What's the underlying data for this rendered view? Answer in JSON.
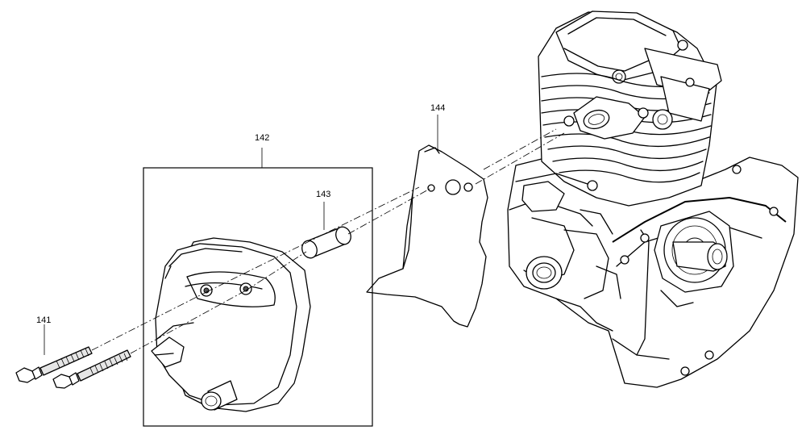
{
  "callouts": {
    "c141": "141",
    "c142": "142",
    "c143": "143",
    "c144": "144"
  }
}
